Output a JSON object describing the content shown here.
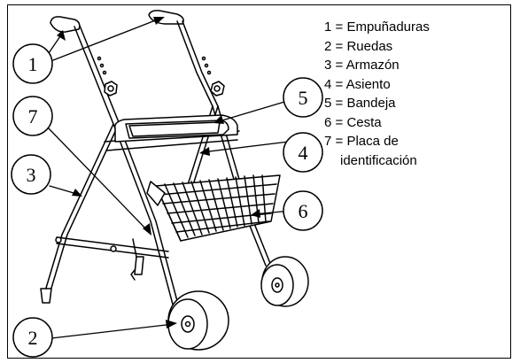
{
  "legend": [
    {
      "num": "1",
      "sep": "=",
      "label": "Empuñaduras"
    },
    {
      "num": "2",
      "sep": "=",
      "label": "Ruedas"
    },
    {
      "num": "3",
      "sep": "=",
      "label": "Armazón"
    },
    {
      "num": "4",
      "sep": "=",
      "label": "Asiento"
    },
    {
      "num": "5",
      "sep": "=",
      "label": "Bandeja"
    },
    {
      "num": "6",
      "sep": "=",
      "label": "Cesta"
    },
    {
      "num": "7",
      "sep": "=",
      "label": "Placa de",
      "label_cont": "identificación"
    }
  ],
  "callouts": [
    "1",
    "2",
    "3",
    "4",
    "5",
    "6",
    "7"
  ],
  "colors": {
    "ink": "#000000",
    "background": "#ffffff"
  }
}
